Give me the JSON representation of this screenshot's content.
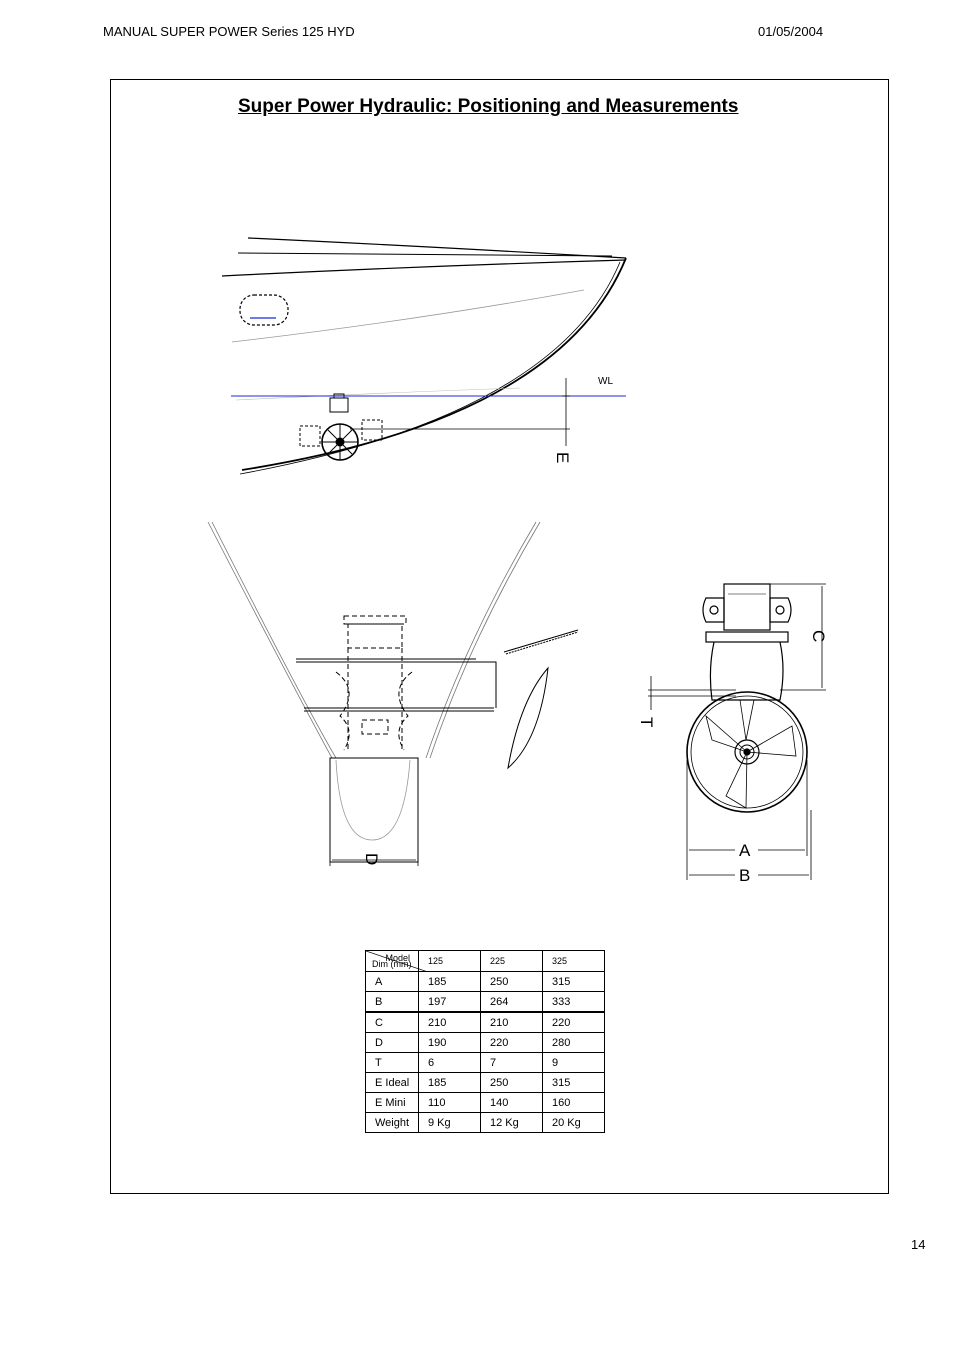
{
  "header": {
    "manual_title": "MANUAL SUPER POWER Series 125 HYD",
    "date": "01/05/2004"
  },
  "page_number": "14",
  "section_title": "Super Power Hydraulic: Positioning and Measurements",
  "drawing_labels": {
    "waterline": "WL",
    "dim_e": "E",
    "dim_d": "D",
    "dim_c": "C",
    "dim_t": "T",
    "dim_a": "A",
    "dim_b": "B"
  },
  "table": {
    "corner_model": "Model",
    "corner_dim": "Dim (mm)",
    "models": [
      "125",
      "225",
      "325"
    ],
    "rows": [
      {
        "dim": "A",
        "values": [
          "185",
          "250",
          "315"
        ]
      },
      {
        "dim": "B",
        "values": [
          "197",
          "264",
          "333"
        ]
      },
      {
        "dim": "C",
        "values": [
          "210",
          "210",
          "220"
        ]
      },
      {
        "dim": "D",
        "values": [
          "190",
          "220",
          "280"
        ]
      },
      {
        "dim": "T",
        "values": [
          "6",
          "7",
          "9"
        ]
      },
      {
        "dim": "E Ideal",
        "values": [
          "185",
          "250",
          "315"
        ]
      },
      {
        "dim": "E Mini",
        "values": [
          "110",
          "140",
          "160"
        ]
      },
      {
        "dim": "Weight",
        "values": [
          "9 Kg",
          "12 Kg",
          "20 Kg"
        ]
      }
    ]
  },
  "colors": {
    "waterline": "#1a2bd6"
  }
}
